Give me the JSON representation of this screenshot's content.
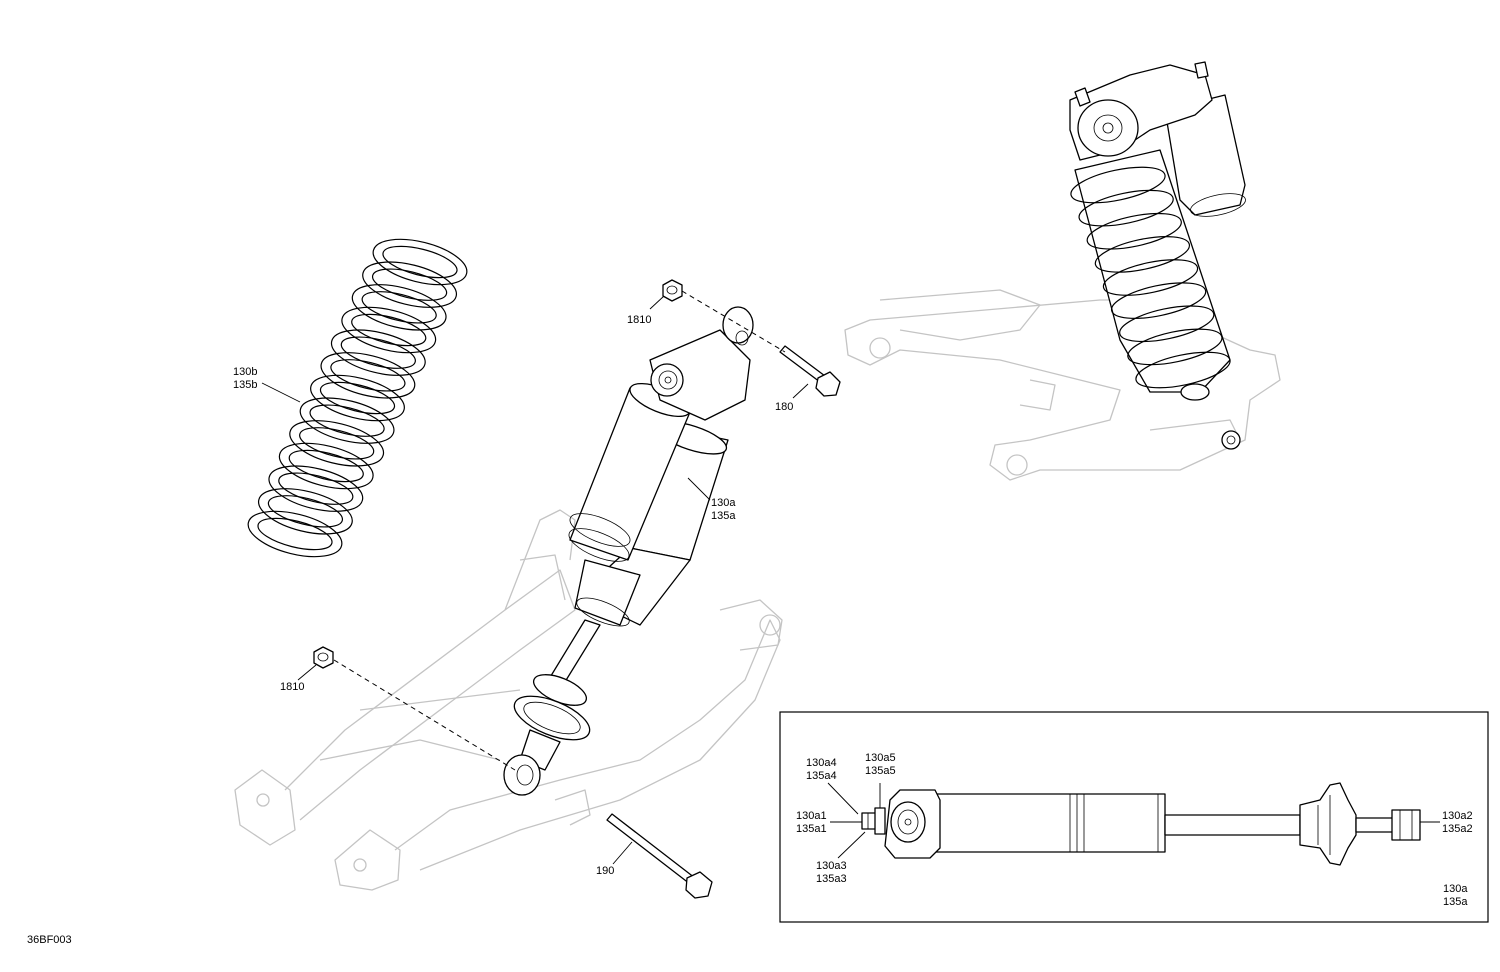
{
  "diagram_code": "36BF003",
  "callouts": {
    "spring": {
      "line1": "130b",
      "line2": "135b"
    },
    "nut_top": {
      "line1": "1810"
    },
    "bolt_top": {
      "line1": "180"
    },
    "shock": {
      "line1": "130a",
      "line2": "135a"
    },
    "nut_bottom": {
      "line1": "1810"
    },
    "bolt_bottom": {
      "line1": "190"
    }
  },
  "detail_inset": {
    "a4": {
      "line1": "130a4",
      "line2": "135a4"
    },
    "a5": {
      "line1": "130a5",
      "line2": "135a5"
    },
    "a1": {
      "line1": "130a1",
      "line2": "135a1"
    },
    "a3": {
      "line1": "130a3",
      "line2": "135a3"
    },
    "a2": {
      "line1": "130a2",
      "line2": "135a2"
    },
    "assembly": {
      "line1": "130a",
      "line2": "135a"
    }
  }
}
